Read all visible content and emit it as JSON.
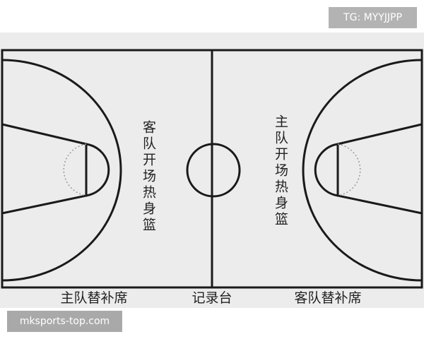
{
  "watermarks": {
    "top": "TG: MYYJJPP",
    "bottom": "mksports-top.com"
  },
  "court": {
    "left_half_label": "客队开场热身篮",
    "right_half_label": "主队开场热身篮"
  },
  "sideline": {
    "home_bench": "主队替补席",
    "scorer_table": "记录台",
    "away_bench": "客队替补席"
  },
  "colors": {
    "line": "#1a1a1a",
    "floor": "#ececec",
    "page_background": "#ffffff",
    "watermark": "#b3b3b3"
  }
}
